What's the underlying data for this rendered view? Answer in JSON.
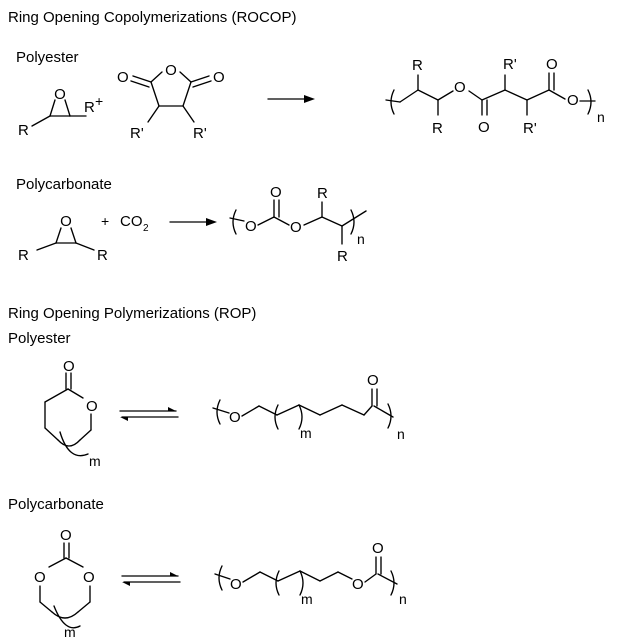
{
  "headings": {
    "rocop": "Ring Opening Copolymerizations (ROCOP)",
    "rocop_polyester": "Polyester",
    "rocop_polycarbonate": "Polycarbonate",
    "rop": "Ring Opening Polymerizations (ROP)",
    "rop_polyester": "Polyester",
    "rop_polycarbonate": "Polycarbonate"
  },
  "symbols": {
    "O": "O",
    "R": "R",
    "R_prime": "R'",
    "plus": "+",
    "co2": "CO",
    "co2_sub": "2",
    "n": "n",
    "m": "m"
  }
}
